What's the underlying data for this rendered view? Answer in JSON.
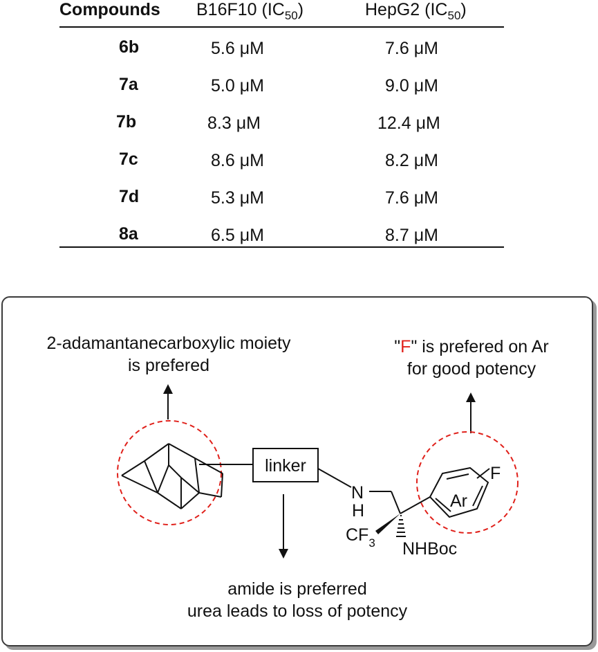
{
  "table": {
    "headers": {
      "compounds": "Compounds",
      "b16f10": "B16F10 (IC",
      "b16f10_sub": "50",
      "b16f10_close": ")",
      "hepg2": "HepG2 (IC",
      "hepg2_sub": "50",
      "hepg2_close": ")"
    },
    "rows": [
      {
        "compound": "6b",
        "b16f10": "5.6 μM",
        "hepg2": "7.6 μM"
      },
      {
        "compound": "7a",
        "b16f10": "5.0 μM",
        "hepg2": "9.0 μM"
      },
      {
        "compound": "7b",
        "b16f10": "8.3 μM",
        "hepg2": "12.4 μM"
      },
      {
        "compound": "7c",
        "b16f10": "8.6 μM",
        "hepg2": "8.2 μM"
      },
      {
        "compound": "7d",
        "b16f10": "5.3 μM",
        "hepg2": "7.6 μM"
      },
      {
        "compound": "8a",
        "b16f10": "6.5 μM",
        "hepg2": "8.7 μM"
      }
    ]
  },
  "sar": {
    "adamantane_note_line1": "2-adamantanecarboxylic moiety",
    "adamantane_note_line2": "is prefered",
    "fluoro_note_quote_open": "\"",
    "fluoro_note_f": "F",
    "fluoro_note_rest": "\" is prefered on Ar",
    "fluoro_note_line2": "for good potency",
    "linker_label": "linker",
    "amide_note_line1": "amide is preferred",
    "amide_note_line2": "urea leads to loss of potency",
    "atoms": {
      "n": "N",
      "h": "H",
      "cf": "CF",
      "cf_sub": "3",
      "nhboc": "NHBoc",
      "ar": "Ar",
      "f": "F"
    },
    "highlight_color": "#e0201a"
  }
}
